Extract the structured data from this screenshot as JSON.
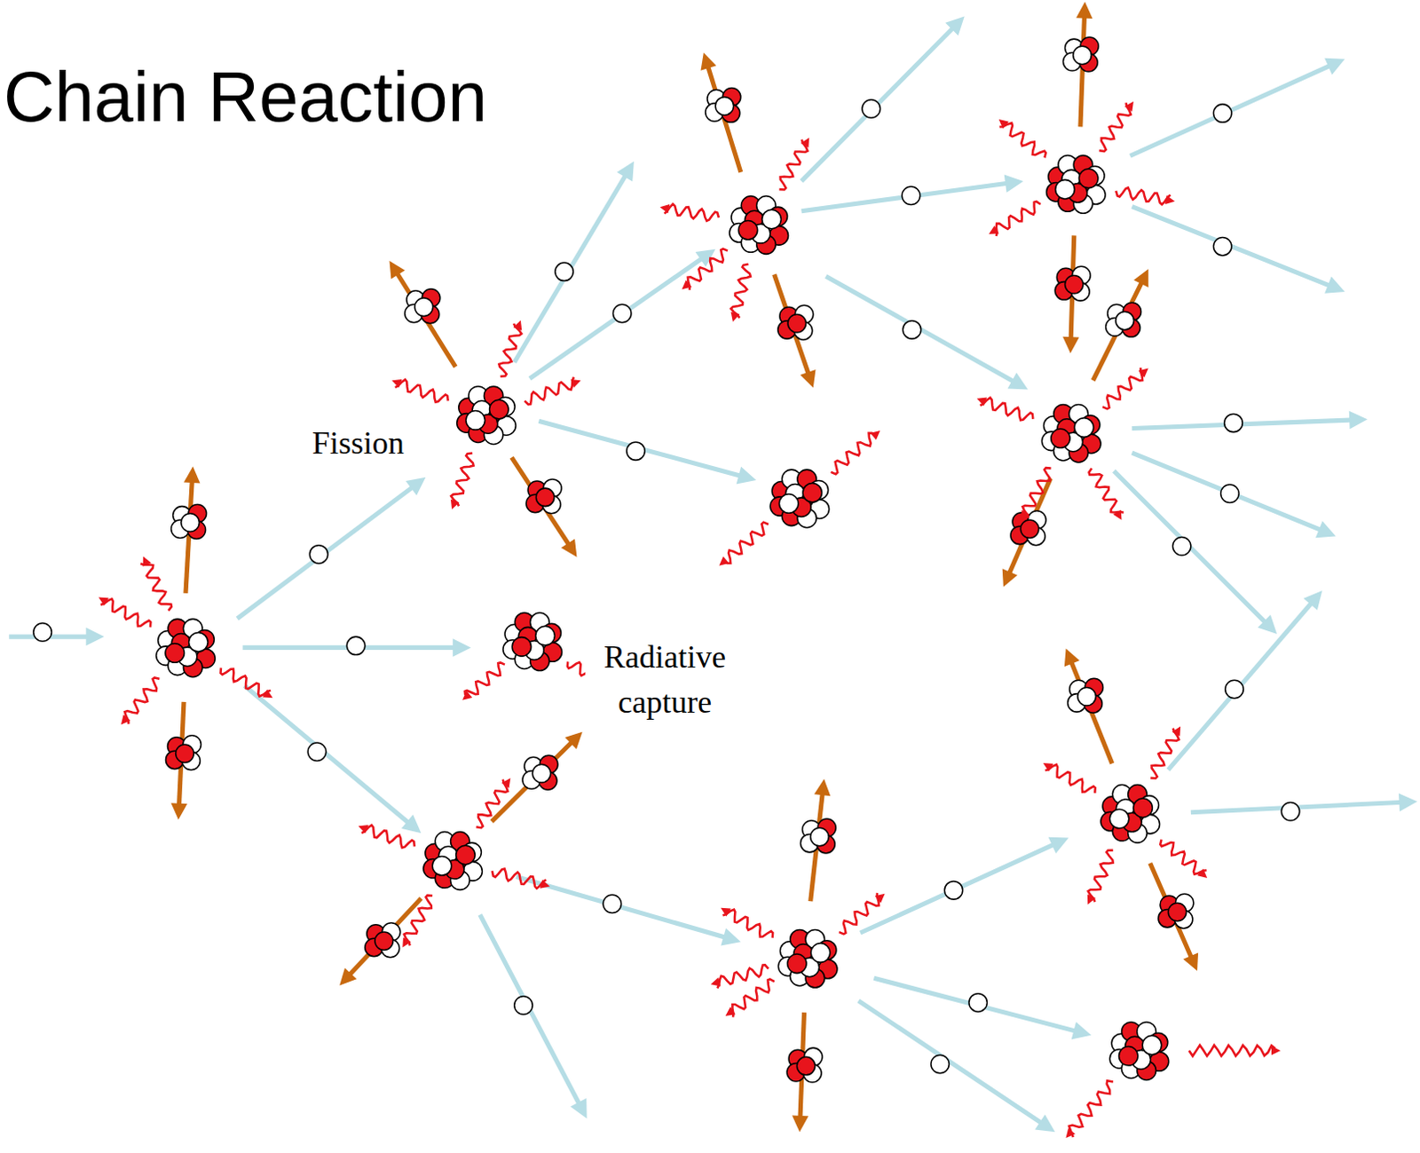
{
  "diagram": {
    "title": "Chain Reaction",
    "labels": [
      "Fission",
      "Radiative capture"
    ]
  }
}
